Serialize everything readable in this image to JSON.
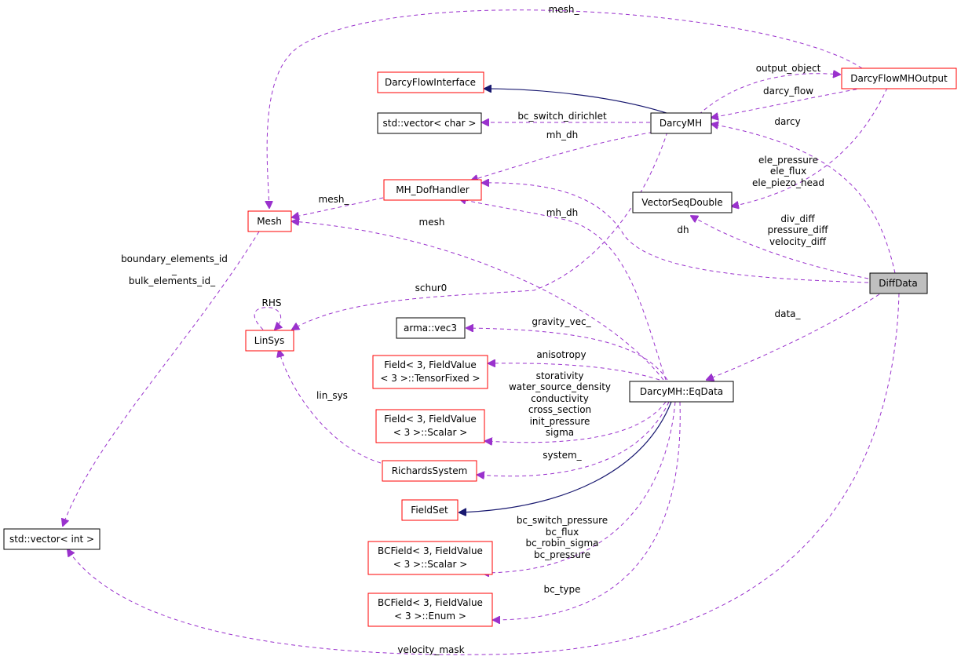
{
  "colors": {
    "dependency": "#9a32cd",
    "inheritance": "#191970",
    "node_border_normal": "#ff0000",
    "node_border_documented": "#000000",
    "node_focus_fill": "#bfbfbf"
  },
  "nodes": {
    "darcy_flow_interface": "DarcyFlowInterface",
    "std_vector_char": "std::vector< char >",
    "darcy_mh": "DarcyMH",
    "darcy_flow_mh_output": "DarcyFlowMHOutput",
    "mh_dof_handler": "MH_DofHandler",
    "vector_seq_double": "VectorSeqDouble",
    "mesh": "Mesh",
    "diff_data": "DiffData",
    "lin_sys": "LinSys",
    "arma_vec3": "arma::vec3",
    "field_tensor": [
      "Field< 3, FieldValue",
      "< 3 >::TensorFixed >"
    ],
    "darcy_mh_eqdata": "DarcyMH::EqData",
    "field_scalar": [
      "Field< 3, FieldValue",
      "< 3 >::Scalar >"
    ],
    "richards_system": "RichardsSystem",
    "field_set": "FieldSet",
    "std_vector_int": "std::vector< int >",
    "bc_field_scalar": [
      "BCField< 3, FieldValue",
      "< 3 >::Scalar >"
    ],
    "bc_field_enum": [
      "BCField< 3, FieldValue",
      "< 3 >::Enum >"
    ]
  },
  "edge_labels": {
    "mesh_top": "mesh_",
    "output_object": "output_object",
    "darcy_flow": "darcy_flow",
    "bc_switch_dirichlet": "bc_switch_dirichlet",
    "darcy": "darcy",
    "mh_dh_top": "mh_dh",
    "ele_fields": [
      "ele_pressure",
      "ele_flux",
      "ele_piezo_head"
    ],
    "mesh_handler": "mesh_",
    "mesh_eqdata": "mesh",
    "mh_dh_eqdata": "mh_dh",
    "diff_fields": [
      "div_diff",
      "pressure_diff",
      "velocity_diff"
    ],
    "dh": "dh",
    "boundary_elements": [
      "boundary_elements_id",
      "_"
    ],
    "bulk_elements": "bulk_elements_id_",
    "rhs": "RHS",
    "schur0": "schur0",
    "data": "data_",
    "gravity_vec": "gravity_vec_",
    "anisotropy": "anisotropy",
    "scalar_fields": [
      "storativity",
      "water_source_density",
      "conductivity",
      "cross_section",
      "init_pressure",
      "sigma"
    ],
    "lin_sys": "lin_sys",
    "system": "system_",
    "bc_scalar_fields": [
      "bc_switch_pressure",
      "bc_flux",
      "bc_robin_sigma",
      "bc_pressure"
    ],
    "bc_type": "bc_type",
    "velocity_mask": "velocity_mask"
  }
}
